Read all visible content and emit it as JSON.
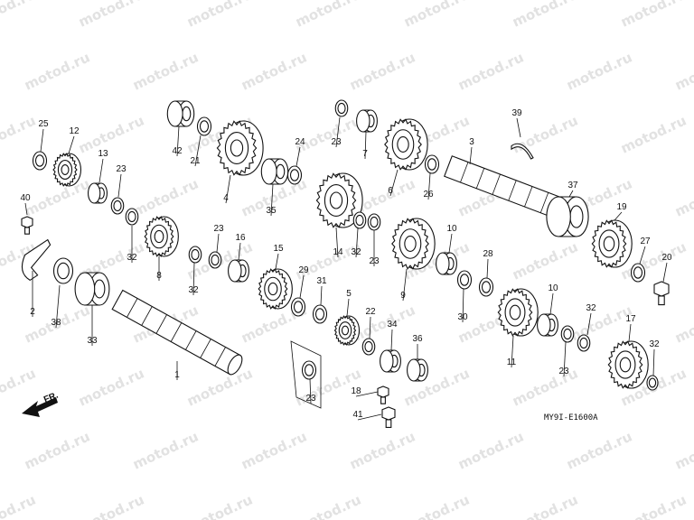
{
  "watermark": "motod.ru",
  "front_label": "FR.",
  "drawing_code": "MY9I-E1600A",
  "parts": [
    {
      "id": "p25",
      "num": "25",
      "shape": "ring",
      "name": "part-25-washer-icon"
    },
    {
      "id": "p12",
      "num": "12",
      "shape": "gear",
      "name": "part-12-gear-icon"
    },
    {
      "id": "p13",
      "num": "13",
      "shape": "bushing",
      "name": "part-13-bushing-icon"
    },
    {
      "id": "p23a",
      "num": "23",
      "shape": "ring",
      "name": "part-23-washer-icon"
    },
    {
      "id": "p40",
      "num": "40",
      "shape": "bolt",
      "name": "part-40-bolt-icon"
    },
    {
      "id": "p32a",
      "num": "32",
      "shape": "ring",
      "name": "part-32-circlip-icon"
    },
    {
      "id": "p8",
      "num": "8",
      "shape": "gear",
      "name": "part-8-gear-icon"
    },
    {
      "id": "p2",
      "num": "2",
      "shape": "plate",
      "name": "part-2-set-plate-icon"
    },
    {
      "id": "p38",
      "num": "38",
      "shape": "ring",
      "name": "part-38-snap-ring-icon"
    },
    {
      "id": "p33",
      "num": "33",
      "shape": "bearing",
      "name": "part-33-bearing-icon"
    },
    {
      "id": "p1",
      "num": "1",
      "shape": "shaft",
      "name": "part-1-mainshaft-icon"
    },
    {
      "id": "p42",
      "num": "42",
      "shape": "bearing",
      "name": "part-42-bearing-icon"
    },
    {
      "id": "p21",
      "num": "21",
      "shape": "ring",
      "name": "part-21-washer-icon"
    },
    {
      "id": "p4",
      "num": "4",
      "shape": "gear",
      "name": "part-4-gear-icon"
    },
    {
      "id": "p35",
      "num": "35",
      "shape": "bearing",
      "name": "part-35-needle-bearing-icon"
    },
    {
      "id": "p24",
      "num": "24",
      "shape": "ring",
      "name": "part-24-washer-icon"
    },
    {
      "id": "p14",
      "num": "14",
      "shape": "gear",
      "name": "part-14-gear-icon"
    },
    {
      "id": "p23b",
      "num": "23",
      "shape": "ring",
      "name": "part-23-washer-icon"
    },
    {
      "id": "p7",
      "num": "7",
      "shape": "bushing",
      "name": "part-7-bushing-icon"
    },
    {
      "id": "p6",
      "num": "6",
      "shape": "gear",
      "name": "part-6-gear-icon"
    },
    {
      "id": "p26",
      "num": "26",
      "shape": "ring",
      "name": "part-26-washer-icon"
    },
    {
      "id": "p3",
      "num": "3",
      "shape": "shaft",
      "name": "part-3-countershaft-icon"
    },
    {
      "id": "p39",
      "num": "39",
      "shape": "arc",
      "name": "part-39-guide-icon"
    },
    {
      "id": "p37",
      "num": "37",
      "shape": "bearing",
      "name": "part-37-oil-seal-icon"
    },
    {
      "id": "p19",
      "num": "19",
      "shape": "gear",
      "name": "part-19-sprocket-icon"
    },
    {
      "id": "p27",
      "num": "27",
      "shape": "ring",
      "name": "part-27-washer-icon"
    },
    {
      "id": "p20",
      "num": "20",
      "shape": "bolt",
      "name": "part-20-bolt-icon"
    },
    {
      "id": "p32b",
      "num": "32",
      "shape": "ring",
      "name": "part-32-circlip-icon"
    },
    {
      "id": "p32c",
      "num": "32",
      "shape": "ring",
      "name": "part-32-circlip-icon"
    },
    {
      "id": "p23c",
      "num": "23",
      "shape": "ring",
      "name": "part-23-washer-icon"
    },
    {
      "id": "p16",
      "num": "16",
      "shape": "bushing",
      "name": "part-16-bushing-icon"
    },
    {
      "id": "p15",
      "num": "15",
      "shape": "gear",
      "name": "part-15-gear-icon"
    },
    {
      "id": "p29",
      "num": "29",
      "shape": "ring",
      "name": "part-29-washer-icon"
    },
    {
      "id": "p31",
      "num": "31",
      "shape": "ring",
      "name": "part-31-lock-washer-icon"
    },
    {
      "id": "p5",
      "num": "5",
      "shape": "gear",
      "name": "part-5-gear-icon"
    },
    {
      "id": "p23d",
      "num": "23",
      "shape": "ring",
      "name": "part-23-washer-icon"
    },
    {
      "id": "p22",
      "num": "22",
      "shape": "ring",
      "name": "part-22-washer-icon"
    },
    {
      "id": "p34",
      "num": "34",
      "shape": "bushing",
      "name": "part-34-bushing-icon"
    },
    {
      "id": "p36",
      "num": "36",
      "shape": "bushing",
      "name": "part-36-bushing-icon"
    },
    {
      "id": "p18",
      "num": "18",
      "shape": "bolt",
      "name": "part-18-bolt-icon"
    },
    {
      "id": "p41",
      "num": "41",
      "shape": "bolt",
      "name": "part-41-bolt-icon"
    },
    {
      "id": "p9",
      "num": "9",
      "shape": "gear",
      "name": "part-9-gear-icon"
    },
    {
      "id": "p10a",
      "num": "10",
      "shape": "bushing",
      "name": "part-10-bushing-icon"
    },
    {
      "id": "p30",
      "num": "30",
      "shape": "ring",
      "name": "part-30-circlip-icon"
    },
    {
      "id": "p28",
      "num": "28",
      "shape": "ring",
      "name": "part-28-washer-icon"
    },
    {
      "id": "p11",
      "num": "11",
      "shape": "gear",
      "name": "part-11-gear-icon"
    },
    {
      "id": "p10b",
      "num": "10",
      "shape": "bushing",
      "name": "part-10-bushing-icon"
    },
    {
      "id": "p23e",
      "num": "23",
      "shape": "ring",
      "name": "part-23-washer-icon"
    },
    {
      "id": "p32d",
      "num": "32",
      "shape": "ring",
      "name": "part-32-circlip-icon"
    },
    {
      "id": "p17",
      "num": "17",
      "shape": "gear",
      "name": "part-17-gear-icon"
    },
    {
      "id": "p32e",
      "num": "32",
      "shape": "ring",
      "name": "part-32-circlip-icon"
    },
    {
      "id": "p23f",
      "num": "23",
      "shape": "ring",
      "name": "part-23-washer-icon"
    }
  ]
}
